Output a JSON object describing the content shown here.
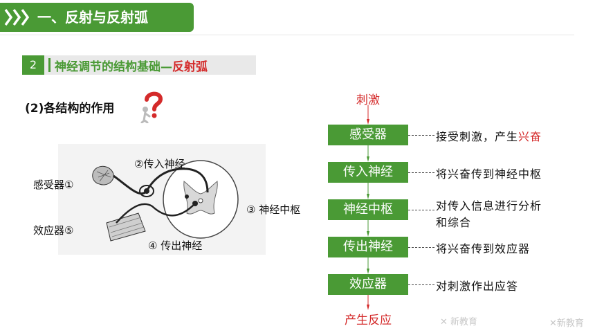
{
  "header": {
    "title": "一、反射与反射弧"
  },
  "sub_header": {
    "number": "2",
    "text_main": "神经调节的结构基础—",
    "text_highlight": "反射弧"
  },
  "section": {
    "title": "(2)各结构的作用"
  },
  "diagram": {
    "labels": {
      "receptor": "感受器①",
      "afferent": "②传入神经",
      "center": "③ 神经中枢",
      "effector": "效应器⑤",
      "efferent": "④ 传出神经"
    }
  },
  "flow": {
    "top_label": "刺激",
    "bottom_label": "产生反应",
    "steps": [
      {
        "name": "感受器",
        "desc": "接受刺激，产生",
        "desc_highlight": "兴奋"
      },
      {
        "name": "传入神经",
        "desc": "将兴奋传到神经中枢"
      },
      {
        "name": "神经中枢",
        "desc": "对传入信息进行分析",
        "desc_line2": "和综合"
      },
      {
        "name": "传出神经",
        "desc": "将兴奋传到效应器"
      },
      {
        "name": "效应器",
        "desc": "对刺激作出应答"
      }
    ]
  },
  "watermark": {
    "text": "新教育"
  },
  "colors": {
    "green": "#4a9a35",
    "red": "#d42a2a"
  }
}
